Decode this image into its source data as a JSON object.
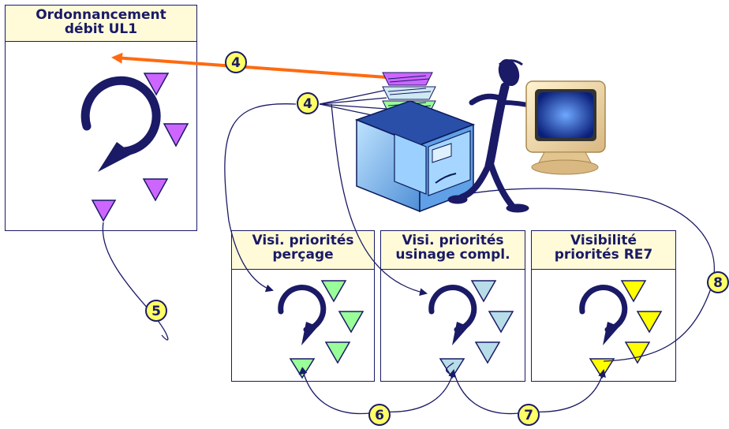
{
  "panels": {
    "main": {
      "title_line1": "Ordonnancement",
      "title_line2": "débit UL1"
    },
    "percage": {
      "title_line1": "Visi. priorités",
      "title_line2": "perçage"
    },
    "usinage": {
      "title_line1": "Visi. priorités",
      "title_line2": "usinage compl."
    },
    "re7": {
      "title_line1": "Visibilité",
      "title_line2": "priorités RE7"
    }
  },
  "badges": {
    "top_left": "4",
    "top_center": "4",
    "loop_main": "5",
    "loop_percage_usinage": "6",
    "loop_usinage_re7": "7",
    "right_return": "8"
  },
  "colors": {
    "navy": "#1a1a66",
    "violet": "#cc66ff",
    "green": "#99ff99",
    "lightblue": "#b7dde8",
    "yellow": "#ffff00",
    "orange_arrow": "#ff6a10",
    "badge_fill": "#ffff66",
    "title_bg": "#fffbd9"
  },
  "icons": [
    "cycle-arrow-icon",
    "file-cabinet-icon",
    "stick-figure-icon",
    "computer-monitor-icon"
  ]
}
